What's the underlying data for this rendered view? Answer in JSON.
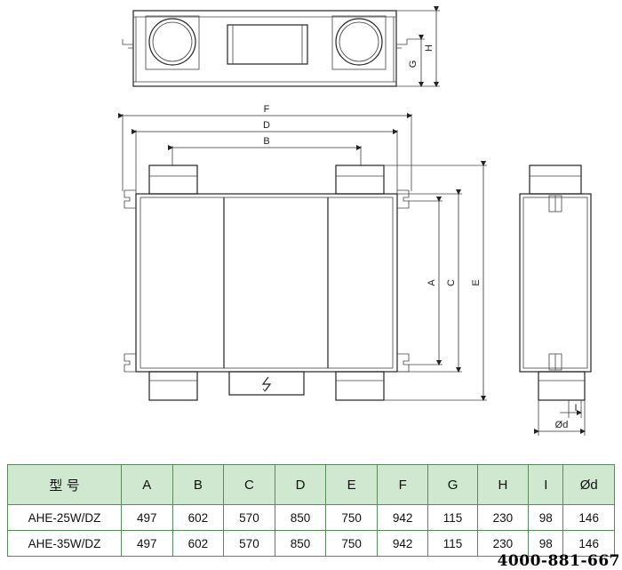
{
  "dimension_labels": {
    "A": "A",
    "B": "B",
    "C": "C",
    "D": "D",
    "E": "E",
    "F": "F",
    "G": "G",
    "H": "H",
    "I": "I",
    "od": "Ød"
  },
  "table": {
    "headers": [
      "型  号",
      "A",
      "B",
      "C",
      "D",
      "E",
      "F",
      "G",
      "H",
      "I",
      "Ød"
    ],
    "rows": [
      [
        "AHE-25W/DZ",
        "497",
        "602",
        "570",
        "850",
        "750",
        "942",
        "115",
        "230",
        "98",
        "146"
      ],
      [
        "AHE-35W/DZ",
        "497",
        "602",
        "570",
        "850",
        "750",
        "942",
        "115",
        "230",
        "98",
        "146"
      ]
    ]
  },
  "watermark": "4000-881-667"
}
